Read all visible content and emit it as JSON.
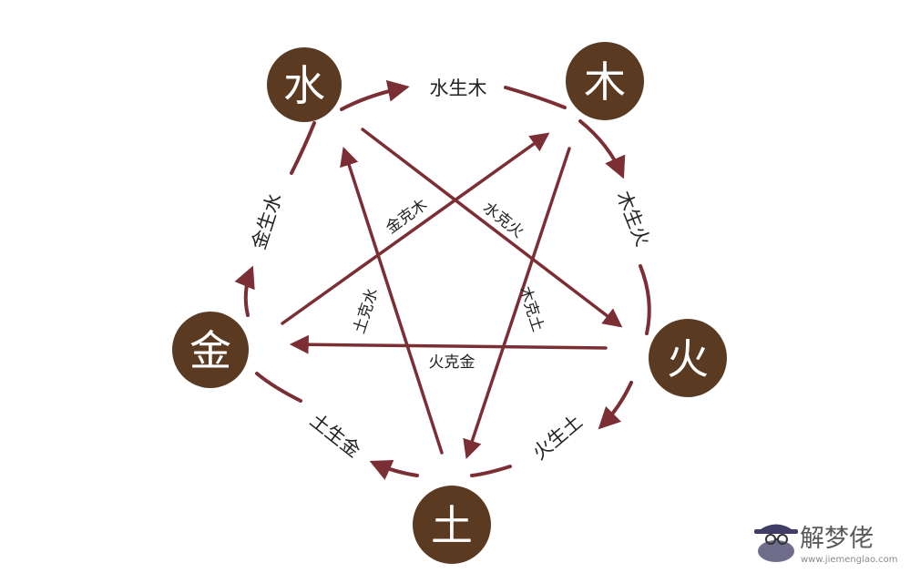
{
  "elements": {
    "water": "水",
    "wood": "木",
    "fire": "火",
    "earth": "土",
    "metal": "金"
  },
  "generating": {
    "water_wood": "水生木",
    "wood_fire": "木生火",
    "fire_earth": "火生土",
    "earth_metal": "土生金",
    "metal_water": "金生水"
  },
  "controlling": {
    "metal_wood": "金克木",
    "water_fire": "水克火",
    "wood_earth": "木克土",
    "earth_water": "土克水",
    "fire_metal": "火克金"
  },
  "watermark": {
    "text": "解梦佬",
    "url": "www.jiemenglao.com"
  },
  "colors": {
    "node_fill": "#5b3a22",
    "arrow": "#7b2f35",
    "node_text": "#ffffff"
  }
}
